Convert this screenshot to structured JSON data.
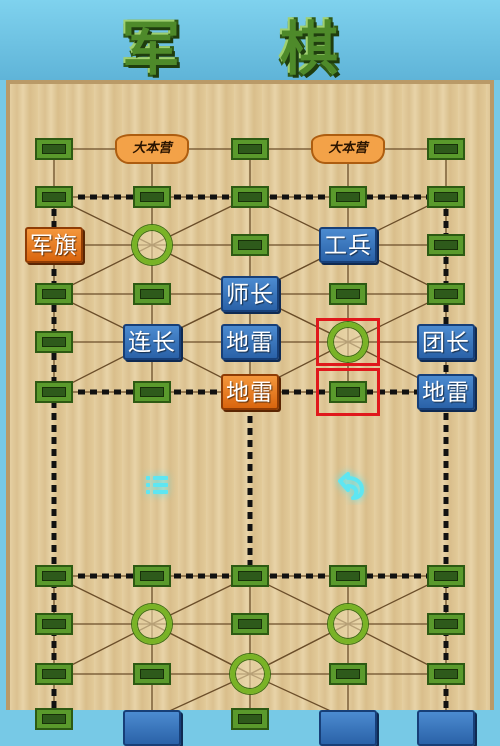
{
  "title": "军 棋",
  "hq_label": "大本营",
  "pieces": [
    {
      "label": "军旗",
      "color": "orange",
      "col": 0,
      "row": 2
    },
    {
      "label": "工兵",
      "color": "blue",
      "col": 3,
      "row": 2
    },
    {
      "label": "师长",
      "color": "blue",
      "col": 2,
      "row": 3
    },
    {
      "label": "连长",
      "color": "blue",
      "col": 1,
      "row": 4
    },
    {
      "label": "地雷",
      "color": "blue",
      "col": 2,
      "row": 4
    },
    {
      "label": "团长",
      "color": "blue",
      "col": 4,
      "row": 4
    },
    {
      "label": "地雷",
      "color": "orange",
      "col": 2,
      "row": 5
    },
    {
      "label": "地雷",
      "color": "blue",
      "col": 4,
      "row": 5
    }
  ],
  "bottom_pieces_partial": [
    {
      "color": "blue",
      "col": 1
    },
    {
      "color": "blue",
      "col": 3
    },
    {
      "color": "blue",
      "col": 4
    }
  ],
  "selected_cells": [
    {
      "col": 3,
      "row": 4
    },
    {
      "col": 3,
      "row": 5
    }
  ],
  "controls": {
    "menu_icon": "menu-list-icon",
    "undo_icon": "undo-arrow-icon",
    "glow_color": "#5ee6f2"
  },
  "colors": {
    "piece_blue": "#3b78c0",
    "piece_orange": "#e8791f",
    "post_green": "#5a9a2c",
    "camp_green": "#79b326",
    "selection_red": "#e0181c",
    "hq_orange": "#f3a248",
    "sky": "#77c9e6"
  }
}
